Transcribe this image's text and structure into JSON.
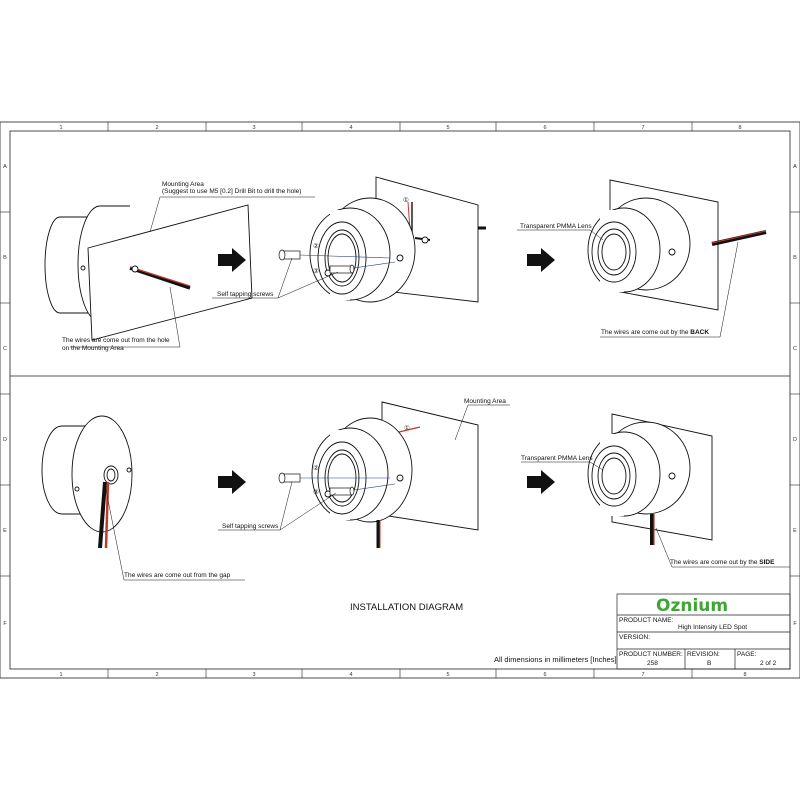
{
  "frame": {
    "columns": [
      "1",
      "2",
      "3",
      "4",
      "5",
      "6",
      "7",
      "8"
    ],
    "rows": [
      "A",
      "B",
      "C",
      "D",
      "E",
      "F"
    ]
  },
  "top_panel": {
    "mounting_area_label": "Mounting Area",
    "mounting_area_hint": "(Suggest to use M5 [0.2] Drill Bit to drill the hole)",
    "wires_label_line1": "The wires are come out from the hole",
    "wires_label_line2": "on the Mounting Area",
    "screws_label": "Self tapping screws",
    "lens_label": "Transparent PMMA Lens",
    "back_label_prefix": "The wires are come out by the ",
    "back_label_bold": "BACK",
    "callout_1": "①",
    "callout_2": "②",
    "callout_3": "③"
  },
  "bottom_panel": {
    "mounting_area_label": "Mounting Area",
    "gap_label": "The wires are come out from the gap",
    "screws_label": "Self tapping screws",
    "lens_label": "Transparent PMMA Lens",
    "side_label_prefix": "The wires are come out by the ",
    "side_label_bold": "SIDE",
    "callout_1": "①",
    "callout_2": "②",
    "callout_3": "③"
  },
  "drawing_title": "INSTALLATION DIAGRAM",
  "dimensions_note": "All dimensions in millimeters [Inches]",
  "title_block": {
    "logo": "Oznium",
    "product_name_label": "PRODUCT NAME:",
    "product_name": "High Intensity LED Spot",
    "version_label": "VERSION:",
    "product_number_label": "PRODUCT NUMBER:",
    "product_number": "258",
    "revision_label": "REVISION:",
    "revision": "B",
    "page_label": "PAGE:",
    "page": "2 of 2"
  },
  "colors": {
    "logo_green": "#3fa535",
    "wire_red": "#c0392b",
    "screw_line": "#2a3a8f"
  }
}
